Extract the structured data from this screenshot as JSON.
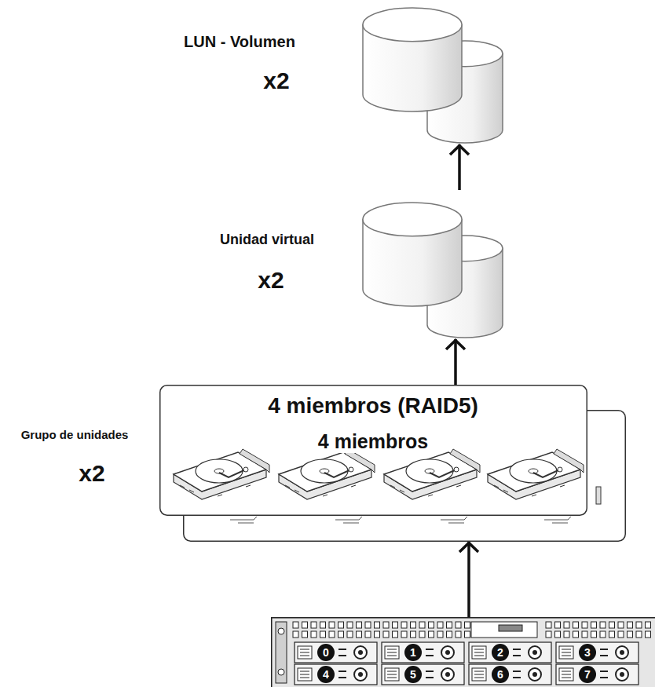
{
  "diagram": {
    "nodes": [
      {
        "text": [
          "LUN - Volumen",
          "x2"
        ]
      },
      {
        "text": [
          "Unidad virtual",
          "x2"
        ]
      },
      {
        "text": [
          "Grupo de unidades",
          "x2",
          "4 miembros (RAID5)"
        ]
      },
      {
        "text": [
          "4 miembros"
        ]
      },
      {
        "text": [
          "0",
          "1",
          "2",
          "3",
          "4",
          "5",
          "6",
          "7"
        ]
      }
    ],
    "edges": [
      {
        "from": 4,
        "to": 3,
        "arrow": "to"
      },
      {
        "from": 2,
        "to": 1,
        "arrow": "to"
      },
      {
        "from": 1,
        "to": 0,
        "arrow": "to"
      }
    ]
  }
}
